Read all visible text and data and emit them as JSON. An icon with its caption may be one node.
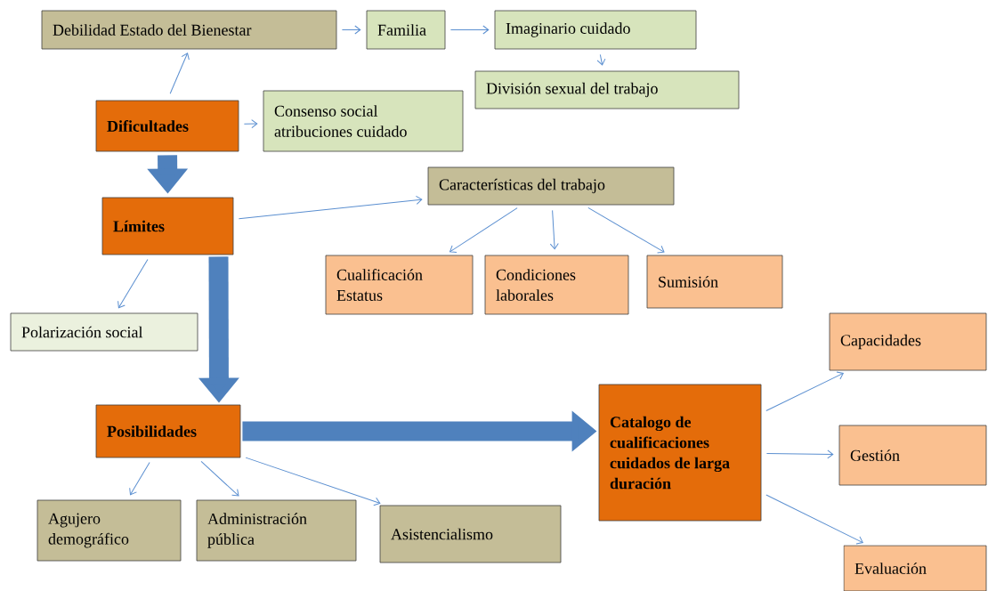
{
  "diagram": {
    "nodes": [
      {
        "text": [
          "Debilidad Estado del Bienestar"
        ]
      },
      {
        "text": [
          "Familia"
        ]
      },
      {
        "text": [
          "Imaginario cuidado"
        ]
      },
      {
        "text": [
          "División sexual del trabajo"
        ]
      },
      {
        "text": [
          "Dificultades"
        ]
      },
      {
        "text": [
          "Consenso social atribuciones cuidado"
        ]
      },
      {
        "text": [
          "Límites"
        ]
      },
      {
        "text": [
          "Características del trabajo"
        ]
      },
      {
        "text": [
          "Cualificación Estatus"
        ]
      },
      {
        "text": [
          "Condiciones laborales"
        ]
      },
      {
        "text": [
          "Sumisión"
        ]
      },
      {
        "text": [
          "Polarización social"
        ]
      },
      {
        "text": [
          "Capacidades"
        ]
      },
      {
        "text": [
          "Posibilidades"
        ]
      },
      {
        "text": [
          "Catalogo de cualificaciones cuidados de larga duración"
        ]
      },
      {
        "text": [
          "Gestión"
        ]
      },
      {
        "text": [
          "Agujero demográfico"
        ]
      },
      {
        "text": [
          "Administración pública"
        ]
      },
      {
        "text": [
          "Asistencialismo"
        ]
      },
      {
        "text": [
          "Evaluación"
        ]
      }
    ],
    "edges": [
      {
        "from": 4,
        "to": 0,
        "arrow": "to"
      },
      {
        "from": 0,
        "to": 1,
        "arrow": "to"
      },
      {
        "from": 1,
        "to": 2,
        "arrow": "to"
      },
      {
        "from": 2,
        "to": 3,
        "arrow": "to"
      },
      {
        "from": 4,
        "to": 5,
        "arrow": "to"
      },
      {
        "from": 4,
        "to": 6,
        "arrow": "to",
        "style": "thick"
      },
      {
        "from": 6,
        "to": 7,
        "arrow": "to"
      },
      {
        "from": 7,
        "to": 8,
        "arrow": "to"
      },
      {
        "from": 7,
        "to": 9,
        "arrow": "to"
      },
      {
        "from": 7,
        "to": 10,
        "arrow": "to"
      },
      {
        "from": 6,
        "to": 11,
        "arrow": "to"
      },
      {
        "from": 6,
        "to": 13,
        "arrow": "to",
        "style": "thick"
      },
      {
        "from": 13,
        "to": 14,
        "arrow": "to",
        "style": "thick"
      },
      {
        "from": 14,
        "to": 12,
        "arrow": "to"
      },
      {
        "from": 14,
        "to": 15,
        "arrow": "to"
      },
      {
        "from": 14,
        "to": 19,
        "arrow": "to"
      },
      {
        "from": 13,
        "to": 16,
        "arrow": "to"
      },
      {
        "from": 13,
        "to": 17,
        "arrow": "to"
      },
      {
        "from": 13,
        "to": 18,
        "arrow": "to"
      }
    ]
  }
}
